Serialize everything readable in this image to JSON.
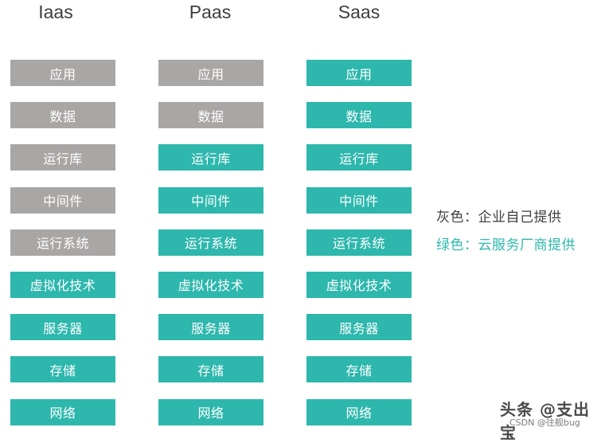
{
  "columns": [
    {
      "title": "Iaas",
      "layers": [
        {
          "label": "应用",
          "color": "gray"
        },
        {
          "label": "数据",
          "color": "gray"
        },
        {
          "label": "运行库",
          "color": "gray"
        },
        {
          "label": "中间件",
          "color": "gray"
        },
        {
          "label": "运行系统",
          "color": "gray"
        },
        {
          "label": "虚拟化技术",
          "color": "green"
        },
        {
          "label": "服务器",
          "color": "green"
        },
        {
          "label": "存储",
          "color": "green"
        },
        {
          "label": "网络",
          "color": "green"
        }
      ]
    },
    {
      "title": "Paas",
      "layers": [
        {
          "label": "应用",
          "color": "gray"
        },
        {
          "label": "数据",
          "color": "gray"
        },
        {
          "label": "运行库",
          "color": "green"
        },
        {
          "label": "中间件",
          "color": "green"
        },
        {
          "label": "运行系统",
          "color": "green"
        },
        {
          "label": "虚拟化技术",
          "color": "green"
        },
        {
          "label": "服务器",
          "color": "green"
        },
        {
          "label": "存储",
          "color": "green"
        },
        {
          "label": "网络",
          "color": "green"
        }
      ]
    },
    {
      "title": "Saas",
      "layers": [
        {
          "label": "应用",
          "color": "green"
        },
        {
          "label": "数据",
          "color": "green"
        },
        {
          "label": "运行库",
          "color": "green"
        },
        {
          "label": "中间件",
          "color": "green"
        },
        {
          "label": "运行系统",
          "color": "green"
        },
        {
          "label": "虚拟化技术",
          "color": "green"
        },
        {
          "label": "服务器",
          "color": "green"
        },
        {
          "label": "存储",
          "color": "green"
        },
        {
          "label": "网络",
          "color": "green"
        }
      ]
    }
  ],
  "legend": {
    "gray": "灰色：企业自己提供",
    "green": "绿色：云服务厂商提供"
  },
  "colors": {
    "gray": "#a9a7a6",
    "green": "#2db7ad"
  },
  "watermark": {
    "main": "头条 @支出宝",
    "sub": "CSDN @往舰bug"
  }
}
